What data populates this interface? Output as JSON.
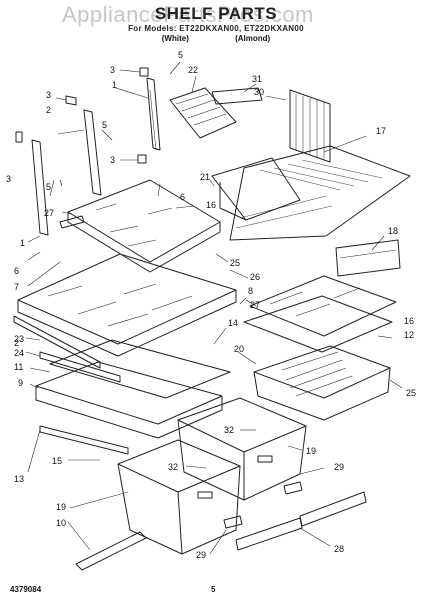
{
  "watermark": "AppliancePartsPros.com",
  "title": "SHELF PARTS",
  "subtitle": "For Models: ET22DKXAN00, ET22DKXAN00",
  "variants": [
    "(White)",
    "(Almond)"
  ],
  "footer": {
    "doc_number": "4379084",
    "page": "5"
  },
  "callouts": [
    "3",
    "5",
    "22",
    "31",
    "30",
    "1",
    "3",
    "2",
    "5",
    "3",
    "6",
    "16",
    "17",
    "3",
    "21",
    "5",
    "27",
    "1",
    "6",
    "7",
    "25",
    "26",
    "18",
    "8",
    "27",
    "16",
    "12",
    "14",
    "2",
    "24",
    "23",
    "20",
    "11",
    "9",
    "25",
    "32",
    "19",
    "13",
    "15",
    "29",
    "32",
    "19",
    "10",
    "29",
    "28"
  ]
}
